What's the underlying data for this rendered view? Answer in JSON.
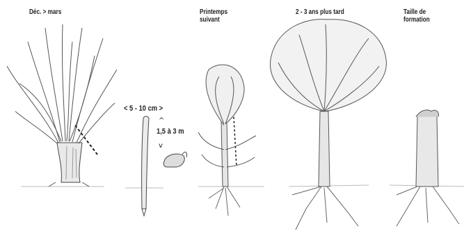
{
  "stages": [
    {
      "id": "stage-1",
      "label": "Déc. > mars"
    },
    {
      "id": "stage-2",
      "label": "Printemps suivant"
    },
    {
      "id": "stage-3",
      "label": "2 - 3 ans plus tard"
    },
    {
      "id": "stage-4",
      "label": "Taille de formation"
    }
  ],
  "annotations": {
    "diameter": "< 5 - 10 cm >",
    "height": "1,5 à 3 m",
    "arrow_up": "^",
    "arrow_down": "v"
  }
}
